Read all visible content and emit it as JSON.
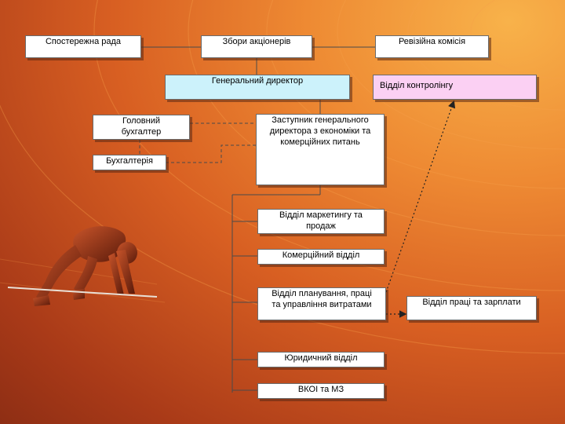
{
  "chart": {
    "supervisory_board": "Спостережна рада",
    "shareholders_meeting": "Збори акціонерів",
    "audit_commission": "Ревізійна комісія",
    "general_director": "Генеральний директор",
    "controlling_department": "Відділ контролінгу",
    "chief_accountant": "Головний\nбухгалтер",
    "deputy_director": "Заступник генерального\nдиректора з економіки та\nкомерційних питань",
    "accounting": "Бухгалтерія",
    "marketing_sales": "Відділ маркетингу та\nпродаж",
    "commercial_department": "Комерційний відділ",
    "planning_department": "Відділ планування, праці\nта управління витратами",
    "labor_wages": "Відділ праці та зарплати",
    "legal_department": "Юридичний відділ",
    "vkoi_mz": "ВКОІ та МЗ"
  },
  "colors": {
    "general_director_fill": "#ccf2fb",
    "controlling_fill": "#fbd0f3",
    "box_fill": "#ffffff",
    "line": "#4a4a4a"
  },
  "illustration": "sprinter-in-starting-blocks"
}
